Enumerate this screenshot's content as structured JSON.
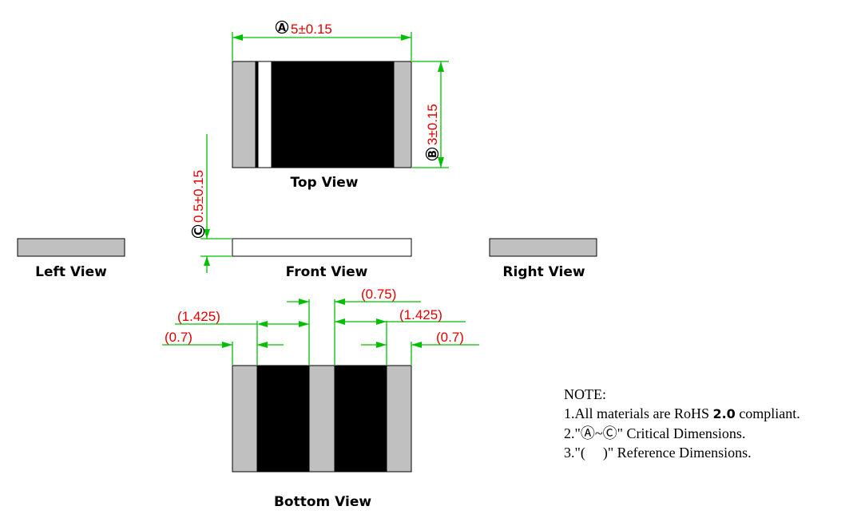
{
  "views": {
    "top": "Top View",
    "front": "Front View",
    "left": "Left View",
    "right": "Right View",
    "bottom": "Bottom View"
  },
  "dimensions": {
    "a": {
      "letter": "A",
      "value": "5±0.15"
    },
    "b": {
      "letter": "B",
      "value": "3±0.15"
    },
    "c": {
      "letter": "C",
      "value": "0.5±0.15"
    },
    "ref_center": "(0.75)",
    "ref_left_outer": "(1.425)",
    "ref_left_inner": "(0.7)",
    "ref_right_outer": "(1.425)",
    "ref_right_inner": "(0.7)"
  },
  "notes": {
    "title": "NOTE:",
    "line1_pre": "1.All materials are RoHS ",
    "line1_bold": "2.0",
    "line1_post": " compliant.",
    "line2_pre": "2.\"",
    "line2_a": "Ⓐ",
    "line2_tilde": "~",
    "line2_c": "Ⓒ",
    "line2_post": "\" Critical Dimensions.",
    "line3_pre": "3.\"(",
    "line3_post": ")\"  Reference Dimensions."
  },
  "colors": {
    "dimension_text": "#e00000",
    "dimension_lines": "#00c000",
    "body": "#000000",
    "terminal": "#c0c0c0"
  }
}
